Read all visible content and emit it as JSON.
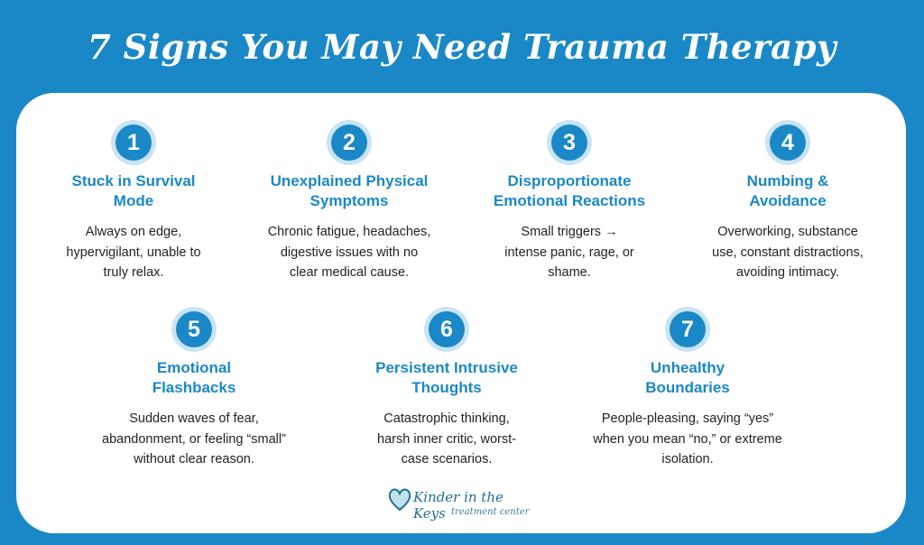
{
  "title": "7 Signs You May Need Trauma Therapy",
  "accent_color": "#1a88c6",
  "items": [
    {
      "number": "1",
      "heading": "Stuck in Survival\nMode",
      "text": "Always on edge,\nhypervigilant, unable to\ntruly relax."
    },
    {
      "number": "2",
      "heading": "Unexplained Physical\nSymptoms",
      "text": "Chronic fatigue, headaches,\ndigestive issues with no\nclear medical cause."
    },
    {
      "number": "3",
      "heading": "Disproportionate\nEmotional Reactions",
      "text": "Small triggers →\nintense panic, rage, or\nshame."
    },
    {
      "number": "4",
      "heading": "Numbing &\nAvoidance",
      "text": "Overworking, substance\nuse, constant distractions,\navoiding intimacy."
    },
    {
      "number": "5",
      "heading": "Emotional\nFlashbacks",
      "text": "Sudden waves of fear,\nabandonment, or feeling “small”\nwithout clear reason."
    },
    {
      "number": "6",
      "heading": "Persistent Intrusive\nThoughts",
      "text": "Catastrophic thinking,\nharsh inner critic, worst-\ncase scenarios."
    },
    {
      "number": "7",
      "heading": "Unhealthy\nBoundaries",
      "text": "People-pleasing, saying “yes”\nwhen you mean “no,” or extreme\nisolation."
    }
  ],
  "logo": {
    "name": "Kinder in the Keys",
    "subtitle": "treatment center"
  }
}
